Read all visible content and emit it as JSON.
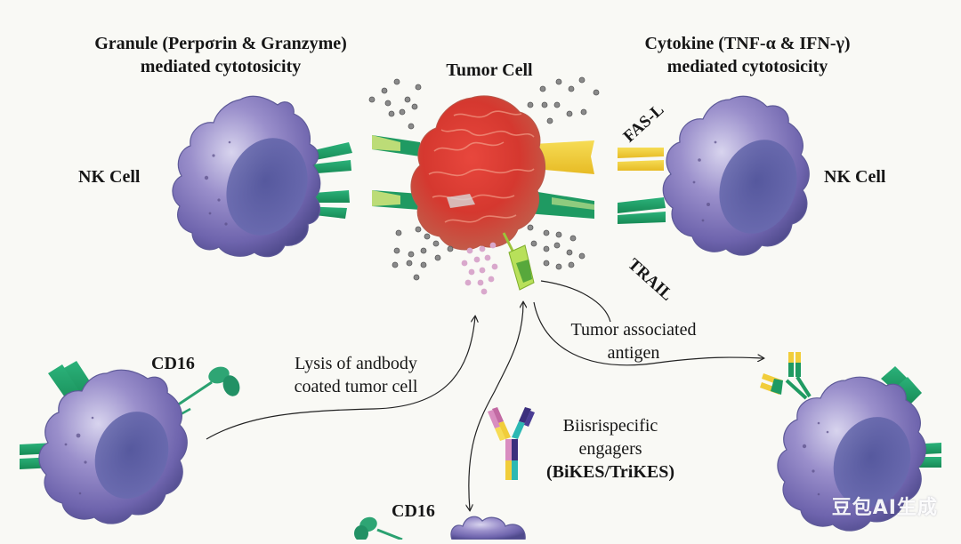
{
  "diagram": {
    "headings": {
      "granule": [
        "Granule (Perpσrin & Granzyme)",
        "mediated cytotosicity"
      ],
      "cytokine": [
        "Cytokine (TNF-α & IFN-γ)",
        "mediated cytotosicity"
      ],
      "tumor": "Tumor Cell"
    },
    "cells": {
      "nk_left": "NK Cell",
      "nk_right": "NK Cell",
      "tumor": "Tumor Cell"
    },
    "ligands": {
      "fas_l": "FAS-L",
      "trail": "TRAIL"
    },
    "receptors": {
      "cd16_left": "CD16",
      "cd16_bottom": "CD16"
    },
    "annotations": {
      "lysis": [
        "Lysis of andbody",
        "coated tumor cell"
      ],
      "tumor_antigen": [
        "Tumor associated",
        "antigen"
      ],
      "engagers": [
        "Biisrispecific",
        "engagers",
        "(BiKES/TriKES)"
      ]
    },
    "watermark": "豆包AI生成",
    "colors": {
      "background": "#f9f9f5",
      "nk_cell": "#7d76b8",
      "nk_nucleus": "#4d4f95",
      "tumor": "#d9302c",
      "receptor_green": "#1f9a62",
      "ligand_yellow": "#f1cd3a",
      "granule_dot": "#6e6e6e",
      "pink_dot": "#d9a8cc",
      "arrow": "#222222"
    }
  }
}
